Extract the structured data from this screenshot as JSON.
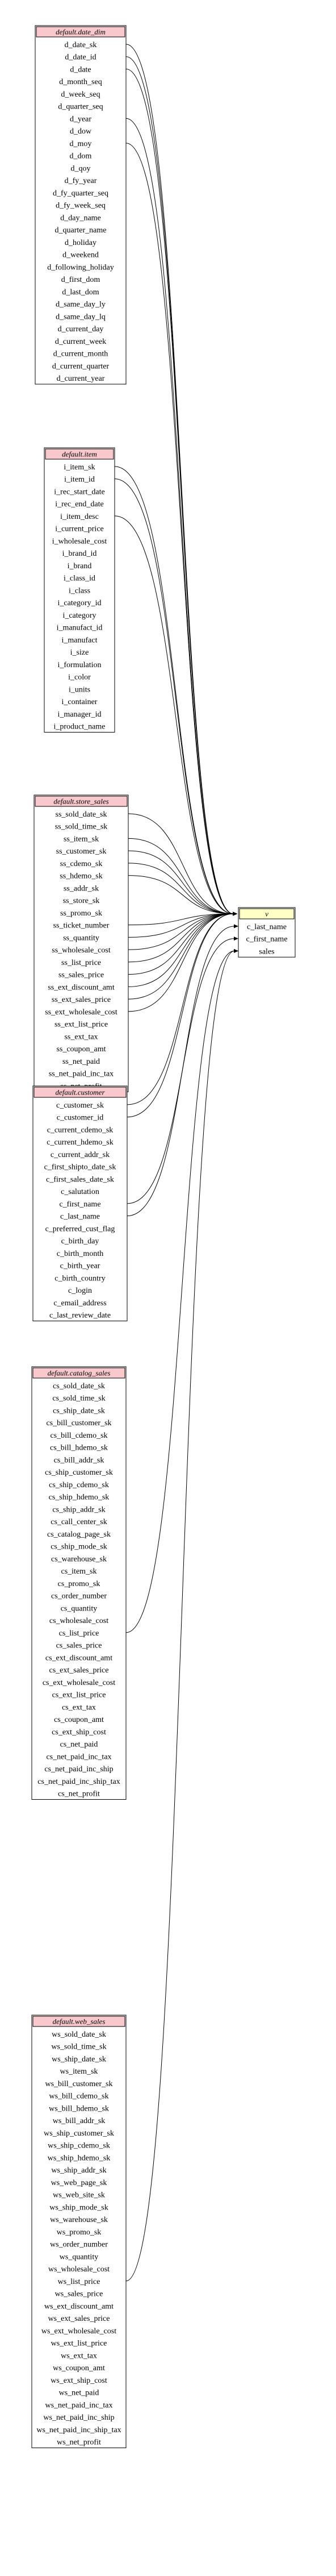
{
  "colors": {
    "header_fill": "#f8c8cc",
    "result_header_fill": "#ffffc6",
    "border": "#000000",
    "edge": "#000000",
    "background": "#ffffff"
  },
  "tables": [
    {
      "id": "date_dim",
      "title": "default.date_dim",
      "columns": [
        "d_date_sk",
        "d_date_id",
        "d_date",
        "d_month_seq",
        "d_week_seq",
        "d_quarter_seq",
        "d_year",
        "d_dow",
        "d_moy",
        "d_dom",
        "d_qoy",
        "d_fy_year",
        "d_fy_quarter_seq",
        "d_fy_week_seq",
        "d_day_name",
        "d_quarter_name",
        "d_holiday",
        "d_weekend",
        "d_following_holiday",
        "d_first_dom",
        "d_last_dom",
        "d_same_day_ly",
        "d_same_day_lq",
        "d_current_day",
        "d_current_week",
        "d_current_month",
        "d_current_quarter",
        "d_current_year"
      ]
    },
    {
      "id": "item",
      "title": "default.item",
      "columns": [
        "i_item_sk",
        "i_item_id",
        "i_rec_start_date",
        "i_rec_end_date",
        "i_item_desc",
        "i_current_price",
        "i_wholesale_cost",
        "i_brand_id",
        "i_brand",
        "i_class_id",
        "i_class",
        "i_category_id",
        "i_category",
        "i_manufact_id",
        "i_manufact",
        "i_size",
        "i_formulation",
        "i_color",
        "i_units",
        "i_container",
        "i_manager_id",
        "i_product_name"
      ]
    },
    {
      "id": "store_sales",
      "title": "default.store_sales",
      "columns": [
        "ss_sold_date_sk",
        "ss_sold_time_sk",
        "ss_item_sk",
        "ss_customer_sk",
        "ss_cdemo_sk",
        "ss_hdemo_sk",
        "ss_addr_sk",
        "ss_store_sk",
        "ss_promo_sk",
        "ss_ticket_number",
        "ss_quantity",
        "ss_wholesale_cost",
        "ss_list_price",
        "ss_sales_price",
        "ss_ext_discount_amt",
        "ss_ext_sales_price",
        "ss_ext_wholesale_cost",
        "ss_ext_list_price",
        "ss_ext_tax",
        "ss_coupon_amt",
        "ss_net_paid",
        "ss_net_paid_inc_tax",
        "ss_net_profit"
      ]
    },
    {
      "id": "customer",
      "title": "default.customer",
      "columns": [
        "c_customer_sk",
        "c_customer_id",
        "c_current_cdemo_sk",
        "c_current_hdemo_sk",
        "c_current_addr_sk",
        "c_first_shipto_date_sk",
        "c_first_sales_date_sk",
        "c_salutation",
        "c_first_name",
        "c_last_name",
        "c_preferred_cust_flag",
        "c_birth_day",
        "c_birth_month",
        "c_birth_year",
        "c_birth_country",
        "c_login",
        "c_email_address",
        "c_last_review_date"
      ]
    },
    {
      "id": "catalog_sales",
      "title": "default.catalog_sales",
      "columns": [
        "cs_sold_date_sk",
        "cs_sold_time_sk",
        "cs_ship_date_sk",
        "cs_bill_customer_sk",
        "cs_bill_cdemo_sk",
        "cs_bill_hdemo_sk",
        "cs_bill_addr_sk",
        "cs_ship_customer_sk",
        "cs_ship_cdemo_sk",
        "cs_ship_hdemo_sk",
        "cs_ship_addr_sk",
        "cs_call_center_sk",
        "cs_catalog_page_sk",
        "cs_ship_mode_sk",
        "cs_warehouse_sk",
        "cs_item_sk",
        "cs_promo_sk",
        "cs_order_number",
        "cs_quantity",
        "cs_wholesale_cost",
        "cs_list_price",
        "cs_sales_price",
        "cs_ext_discount_amt",
        "cs_ext_sales_price",
        "cs_ext_wholesale_cost",
        "cs_ext_list_price",
        "cs_ext_tax",
        "cs_coupon_amt",
        "cs_ext_ship_cost",
        "cs_net_paid",
        "cs_net_paid_inc_tax",
        "cs_net_paid_inc_ship",
        "cs_net_paid_inc_ship_tax",
        "cs_net_profit"
      ]
    },
    {
      "id": "web_sales",
      "title": "default.web_sales",
      "columns": [
        "ws_sold_date_sk",
        "ws_sold_time_sk",
        "ws_ship_date_sk",
        "ws_item_sk",
        "ws_bill_customer_sk",
        "ws_bill_cdemo_sk",
        "ws_bill_hdemo_sk",
        "ws_bill_addr_sk",
        "ws_ship_customer_sk",
        "ws_ship_cdemo_sk",
        "ws_ship_hdemo_sk",
        "ws_ship_addr_sk",
        "ws_web_page_sk",
        "ws_web_site_sk",
        "ws_ship_mode_sk",
        "ws_warehouse_sk",
        "ws_promo_sk",
        "ws_order_number",
        "ws_quantity",
        "ws_wholesale_cost",
        "ws_list_price",
        "ws_sales_price",
        "ws_ext_discount_amt",
        "ws_ext_sales_price",
        "ws_ext_wholesale_cost",
        "ws_ext_list_price",
        "ws_ext_tax",
        "ws_coupon_amt",
        "ws_ext_ship_cost",
        "ws_net_paid",
        "ws_net_paid_inc_tax",
        "ws_net_paid_inc_ship",
        "ws_net_paid_inc_ship_tax",
        "ws_net_profit"
      ]
    }
  ],
  "result": {
    "id": "v",
    "title": "v",
    "columns": [
      "c_last_name",
      "c_first_name",
      "sales"
    ]
  },
  "edges": [
    {
      "from": [
        "date_dim",
        "d_date_sk"
      ],
      "to": "v"
    },
    {
      "from": [
        "date_dim",
        "d_date_id"
      ],
      "to": "v"
    },
    {
      "from": [
        "date_dim",
        "d_date"
      ],
      "to": "v"
    },
    {
      "from": [
        "date_dim",
        "d_year"
      ],
      "to": "v"
    },
    {
      "from": [
        "date_dim",
        "d_moy"
      ],
      "to": "v"
    },
    {
      "from": [
        "item",
        "i_item_sk"
      ],
      "to": "v"
    },
    {
      "from": [
        "item",
        "i_item_id"
      ],
      "to": "v"
    },
    {
      "from": [
        "item",
        "i_item_desc"
      ],
      "to": "v"
    },
    {
      "from": [
        "store_sales",
        "ss_sold_date_sk"
      ],
      "to": "v"
    },
    {
      "from": [
        "store_sales",
        "ss_item_sk"
      ],
      "to": "v"
    },
    {
      "from": [
        "store_sales",
        "ss_customer_sk"
      ],
      "to": "v"
    },
    {
      "from": [
        "store_sales",
        "ss_cdemo_sk"
      ],
      "to": "v"
    },
    {
      "from": [
        "store_sales",
        "ss_hdemo_sk"
      ],
      "to": "v"
    },
    {
      "from": [
        "store_sales",
        "ss_ticket_number"
      ],
      "to": "v"
    },
    {
      "from": [
        "store_sales",
        "ss_quantity"
      ],
      "to": "v"
    },
    {
      "from": [
        "store_sales",
        "ss_wholesale_cost"
      ],
      "to": "v"
    },
    {
      "from": [
        "store_sales",
        "ss_list_price"
      ],
      "to": "v"
    },
    {
      "from": [
        "store_sales",
        "ss_sales_price"
      ],
      "to": "v"
    },
    {
      "from": [
        "store_sales",
        "ss_ext_discount_amt"
      ],
      "to": "v"
    },
    {
      "from": [
        "store_sales",
        "ss_ext_sales_price"
      ],
      "to": "v"
    },
    {
      "from": [
        "store_sales",
        "ss_ext_wholesale_cost"
      ],
      "to": "v"
    },
    {
      "from": [
        "customer",
        "c_customer_sk"
      ],
      "to": "v"
    },
    {
      "from": [
        "customer",
        "c_customer_id"
      ],
      "to": "v"
    },
    {
      "from": [
        "customer",
        "c_first_name"
      ],
      "to": [
        "v",
        "c_first_name"
      ]
    },
    {
      "from": [
        "customer",
        "c_last_name"
      ],
      "to": [
        "v",
        "c_last_name"
      ]
    },
    {
      "from": [
        "catalog_sales",
        "cs_list_price"
      ],
      "to": [
        "v",
        "sales"
      ]
    },
    {
      "from": [
        "web_sales",
        "ws_list_price"
      ],
      "to": [
        "v",
        "sales"
      ]
    }
  ]
}
